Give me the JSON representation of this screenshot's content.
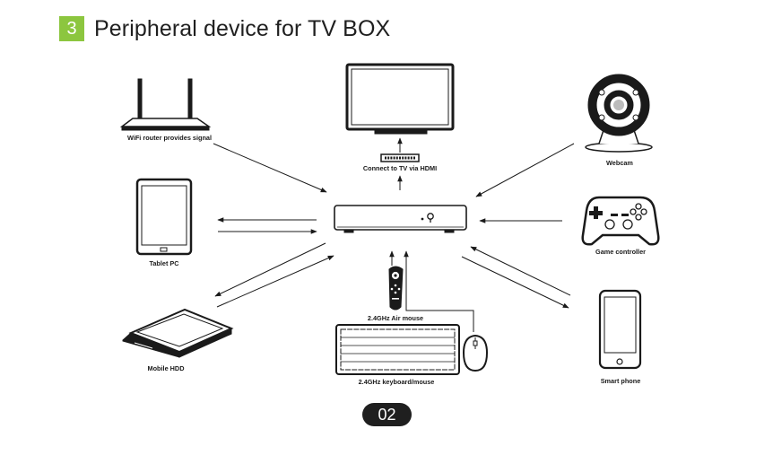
{
  "header": {
    "number": "3",
    "title": "Peripheral device for TV BOX"
  },
  "labels": {
    "router": "WiFi router provides signal",
    "hdmi": "Connect to TV via HDMI",
    "webcam": "Webcam",
    "tablet": "Tablet PC",
    "game": "Game controller",
    "hdd": "Mobile HDD",
    "airmouse": "2.4GHz Air mouse",
    "keyboard": "2.4GHz keyboard/mouse",
    "phone": "Smart phone"
  },
  "page_number": "02",
  "colors": {
    "accent": "#8cc63f",
    "ink": "#1a1a1a"
  }
}
